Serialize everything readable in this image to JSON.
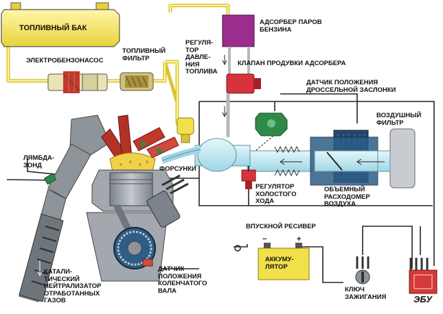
{
  "labels": {
    "fuel_tank": "ТОПЛИВНЫЙ БАК",
    "fuel_pump": "ЭЛЕКТРОБЕНЗОНАСОС",
    "fuel_filter": "ТОПЛИВНЫЙ\nФИЛЬТР",
    "pressure_regulator": "РЕГУЛЯ-\nТОР\nДАВЛЕ-\nНИЯ\nТОПЛИВА",
    "adsorber": "АДСОРБЕР ПАРОВ\nБЕНЗИНА",
    "purge_valve": "КЛАПАН ПРОДУВКИ АДСОРБЕРА",
    "throttle_sensor": "ДАТЧИК ПОЛОЖЕНИЯ\nДРОССЕЛЬНОЙ ЗАСЛОНКИ",
    "air_filter": "ВОЗДУШНЫЙ\nФИЛЬТР",
    "lambda": "ЛЯМБДА-\nЗОНД",
    "injectors": "ФОРСУНКИ",
    "idle_regulator": "РЕГУЛЯТОР\nХОЛОСТОГО\nХОДА",
    "airflow_meter": "ОБЪЕМНЫЙ\nРАСХОДОМЕР\nВОЗДУХА",
    "intake_receiver": "ВПУСКНОЙ РЕСИВЕР",
    "catalyst": "КАТАЛИ-\nТИЧЕСКИЙ\nНЕЙТРАЛИЗАТОР\nОТРАБОТАННЫХ\nГАЗОВ",
    "crank_sensor": "ДАТЧИК\nПОЛОЖЕНИЯ\nКОЛЕНЧАТОГО\nВАЛА",
    "battery": "АККУМУ-\nЛЯТОР",
    "ignition_key": "КЛЮЧ\nЗАЖИГАНИЯ",
    "ecu": "ЭБУ",
    "battery_minus": "−",
    "battery_plus": "+"
  },
  "colors": {
    "fuel_line": "#f2e04a",
    "fuel_tank": "#f7ea6a",
    "adsorber": "#9c2d8e",
    "purge_valve": "#d8323a",
    "intake_air": "#bfe8f2",
    "engine_body": "#9aa0a6",
    "hot_exhaust": "#cc3b2e",
    "ecu": "#d43a3a",
    "sensor_green": "#2f8a4a"
  }
}
